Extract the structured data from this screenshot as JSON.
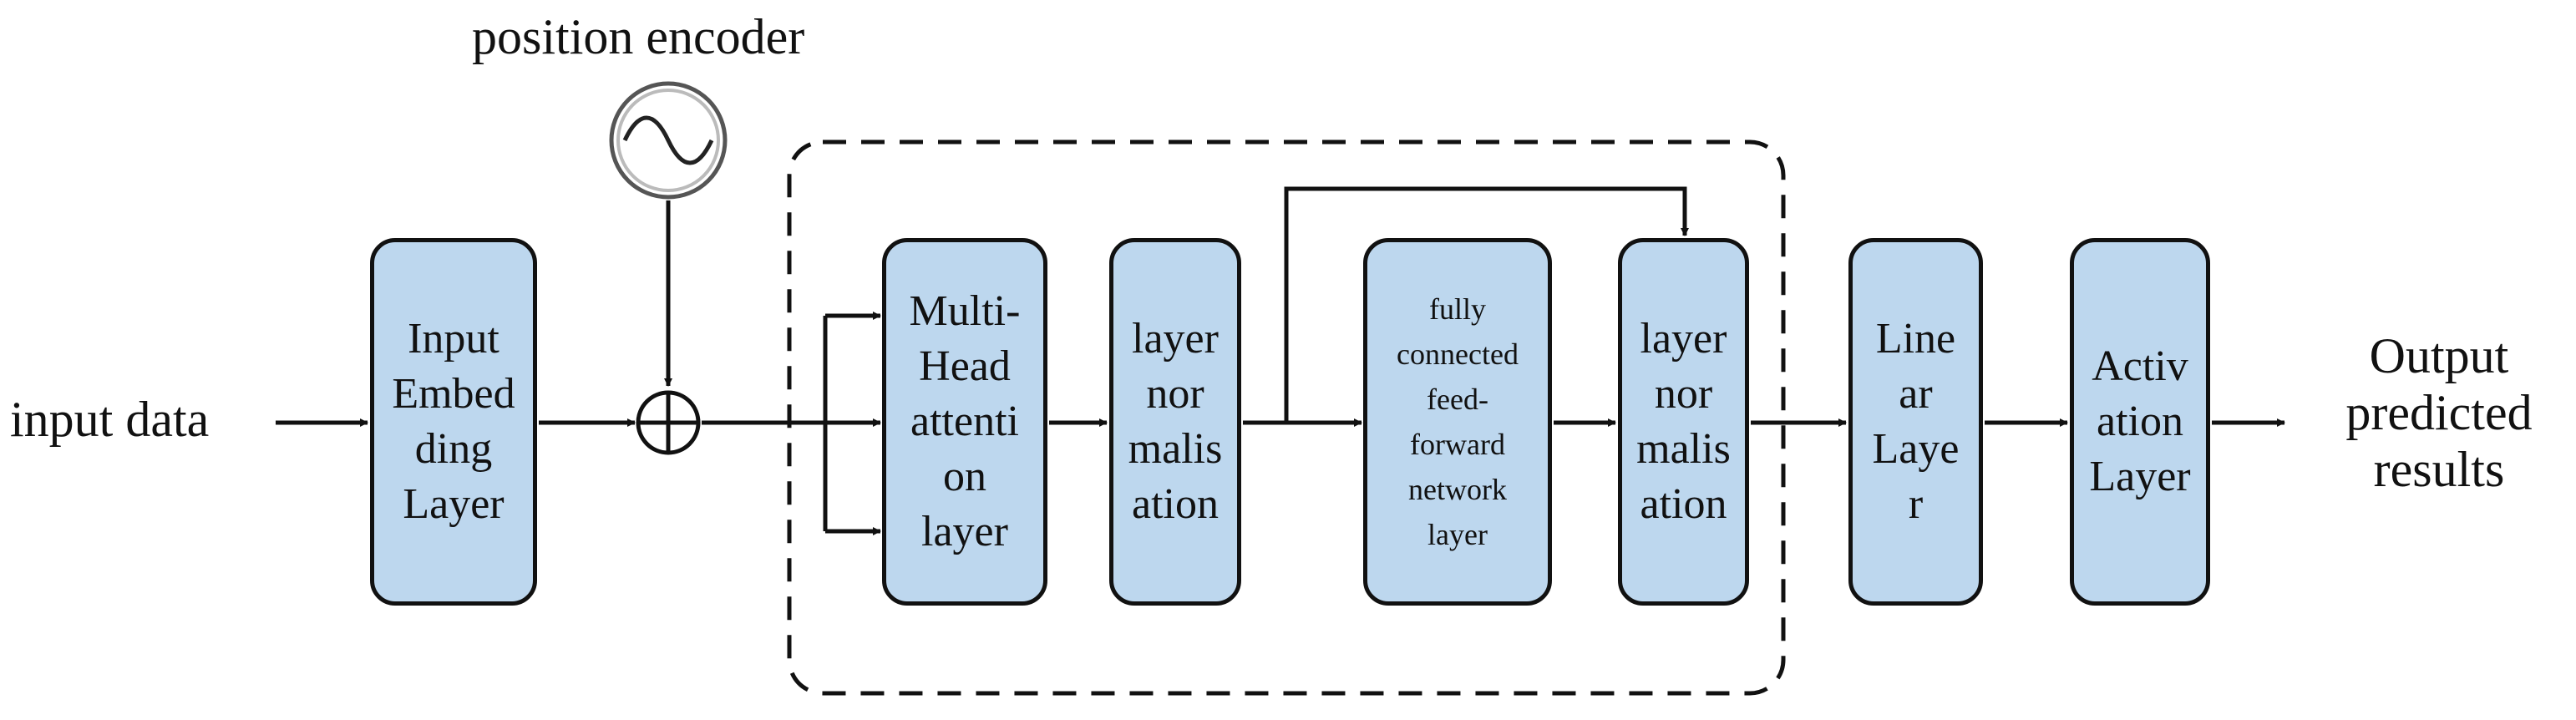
{
  "diagram": {
    "position_encoder_label": "position encoder",
    "input_label": "input data",
    "output_label": [
      "Output",
      "predicted",
      "results"
    ],
    "blocks": {
      "input_embedding": [
        "Input",
        "Embed",
        "ding",
        "Layer"
      ],
      "multi_head_attention": [
        "Multi-",
        "Head",
        "attenti",
        "on",
        "layer"
      ],
      "layer_norm_1": [
        "layer",
        "nor",
        "malis",
        "ation"
      ],
      "feed_forward": [
        "fully",
        "connected",
        "feed-",
        "forward",
        "network",
        "layer"
      ],
      "layer_norm_2": [
        "layer",
        "nor",
        "malis",
        "ation"
      ],
      "linear_layer": [
        "Line",
        "ar",
        "Laye",
        "r"
      ],
      "activation_layer": [
        "Activ",
        "ation",
        "Layer"
      ]
    },
    "colors": {
      "block_fill": "#bdd7ee",
      "stroke": "#111111"
    }
  }
}
